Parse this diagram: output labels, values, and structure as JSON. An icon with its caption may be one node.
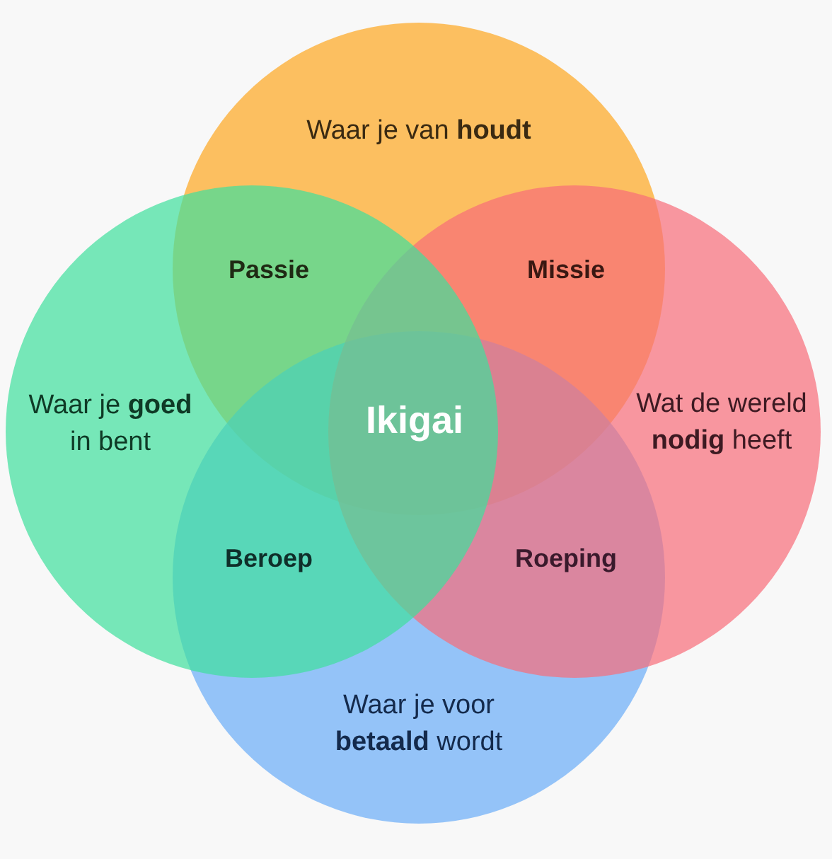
{
  "diagram": {
    "nodes": [
      {
        "text": [
          "Waar je van **houdt**"
        ]
      },
      {
        "text": [
          "Waar je **goed** in bent"
        ]
      },
      {
        "text": [
          "Wat de wereld **nodig** heeft"
        ]
      },
      {
        "text": [
          "Waar je voor **betaald** wordt"
        ]
      }
    ],
    "labels": [
      "Passie",
      "Missie",
      "Ikigai",
      "Beroep",
      "Roeping"
    ]
  }
}
